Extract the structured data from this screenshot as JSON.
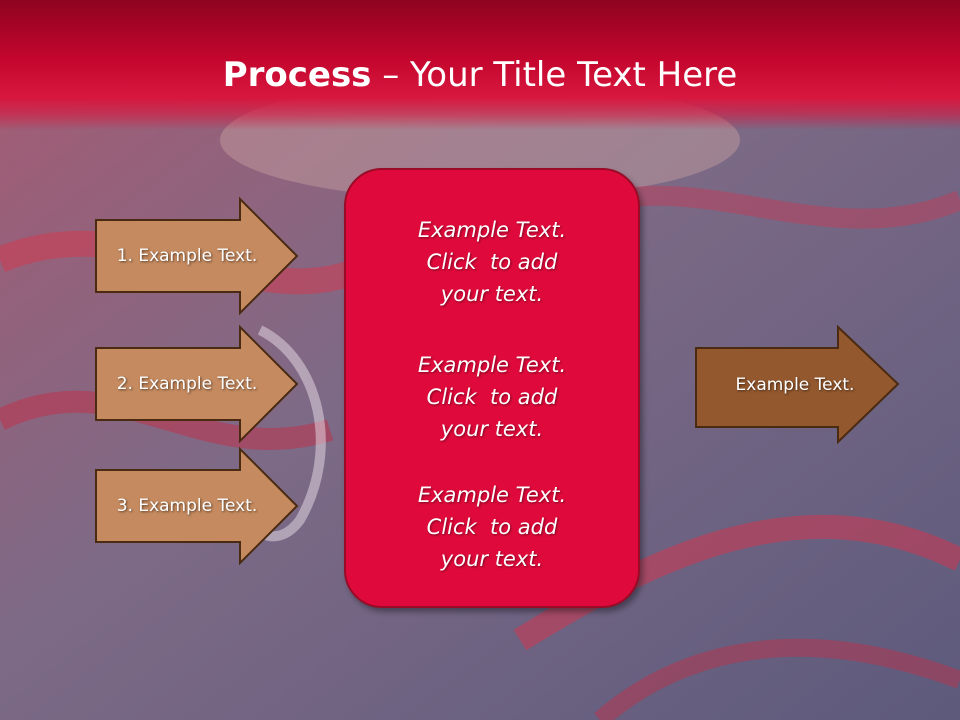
{
  "title": {
    "bold": "Process",
    "rest": " – Your Title Text Here"
  },
  "left_arrows": [
    {
      "label": "1. Example Text."
    },
    {
      "label": "2. Example Text."
    },
    {
      "label": "3. Example Text."
    }
  ],
  "center_box": {
    "blocks": [
      {
        "lines": [
          "Example Text.",
          "Click  to add",
          "your text."
        ]
      },
      {
        "lines": [
          "Example Text.",
          "Click  to add",
          "your text."
        ]
      },
      {
        "lines": [
          "Example Text.",
          "Click  to add",
          "your text."
        ]
      }
    ]
  },
  "right_arrow": {
    "label": "Example Text."
  },
  "colors": {
    "title_bar": "#c3062d",
    "center_box": "#df0a3b",
    "left_arrow_fill": "#c58a5f",
    "right_arrow_fill": "#93582e",
    "arrow_stroke": "#4a2a10"
  }
}
